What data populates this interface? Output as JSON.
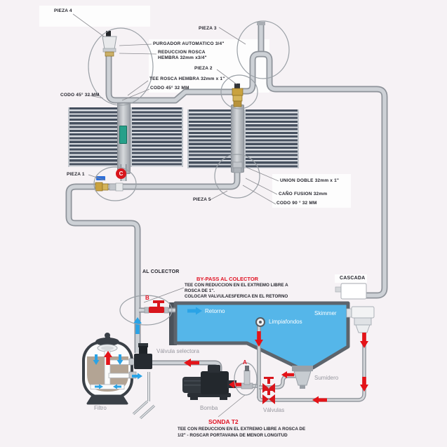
{
  "labels": {
    "pieza4": "PIEZA 4",
    "pieza3": "PIEZA 3",
    "purgador": "PURGADOR AUTOMATICO 3/4\"",
    "reduccion1": "REDUCCION ROSCA",
    "reduccion2": "HEMBRA 32mm x3/4\"",
    "pieza2": "PIEZA 2",
    "tee_rosca": "TEE ROSCA HEMBRA 32mm x 1\"",
    "codo45_top": "CODO 45° 32 MM",
    "codo45_left": "CODO 45° 32 MM",
    "pieza1": "PIEZA 1",
    "union_doble": "UNION DOBLE  32mm x 1\"",
    "cano_fusion": "CAÑO FUSION 32mm",
    "codo90": "CODO 90 ° 32 MM",
    "pieza5": "PIEZA 5",
    "al_colector": "AL COLECTOR",
    "bypass_title": "BY-PASS AL COLECTOR",
    "bypass_line1": "TEE CON REDUCCION EN EL EXTREMO LIBRE A",
    "bypass_line2": "ROSCA DE 1\".",
    "bypass_line3": "COLOCAR VALVULAESFERICA EN EL RETORNO",
    "cascada": "CASCADA",
    "retorno": "Retorno",
    "limpiafondos": "Limpiafondos",
    "skimmer": "Skimmer",
    "sumidero": "Sumidero",
    "valvula_selectora": "Válvula selectora",
    "filtro": "Filtro",
    "bomba": "Bomba",
    "valvulas": "Válvulas",
    "sonda_title": "SONDA T2",
    "sonda_line1": "TEE CON REDUCCION EN EL EXTREMO LIBRE A ROSCA DE",
    "sonda_line2": "1/2\" -  ROSCAR  PORTAVAINA DE MENOR LONGITUD",
    "marker_a": "A",
    "marker_b": "B",
    "marker_c": "C"
  },
  "colors": {
    "accent_red": "#d8151c",
    "pool_blue": "#55b6e9",
    "arrow_blue": "#2aa3e6",
    "pipe_gray": "#cdd1d6",
    "sand": "#b3a494",
    "brass": "#c9a23f"
  }
}
